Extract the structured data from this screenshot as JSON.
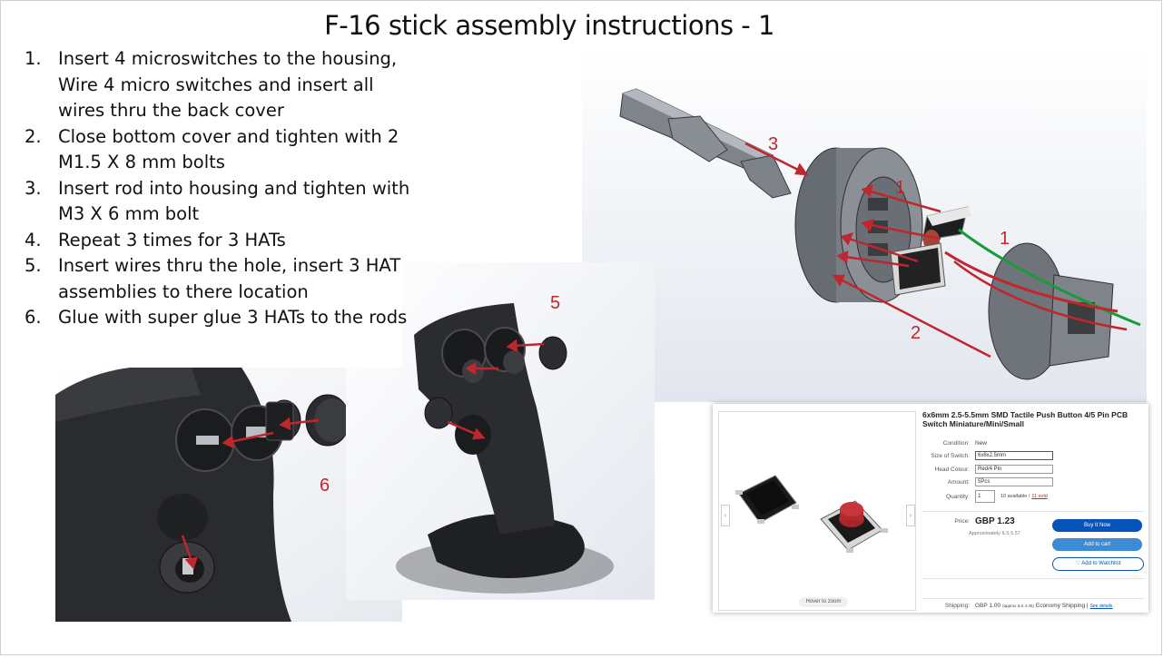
{
  "title": "F-16 stick assembly instructions - 1",
  "steps": [
    {
      "num": "1.",
      "lines": [
        "Insert 4 microswitches to the housing,",
        "Wire 4 micro switches and insert all",
        "wires thru the back cover"
      ]
    },
    {
      "num": "2.",
      "lines": [
        "Close bottom cover and tighten with 2",
        "M1.5 X 8 mm bolts"
      ]
    },
    {
      "num": "3.",
      "lines": [
        "Insert rod into housing and tighten with",
        "M3 X 6 mm bolt"
      ]
    },
    {
      "num": "4.",
      "lines": [
        "Repeat 3 times for 3 HATs"
      ]
    },
    {
      "num": "5.",
      "lines": [
        "Insert wires thru the hole, insert 3 HAT",
        "assemblies to there location"
      ]
    },
    {
      "num": "6.",
      "lines": [
        "Glue with super glue 3 HATs to the rods"
      ]
    }
  ],
  "labels": {
    "exploded_1a": "1",
    "exploded_1b": "1",
    "exploded_2": "2",
    "exploded_3": "3",
    "grip_5": "5",
    "grip_6": "6"
  },
  "listing": {
    "title": "6x6mm 2.5-5.5mm SMD Tactile Push Button 4/5 Pin PCB Switch Miniature/Mini/Small",
    "condition_label": "Condition:",
    "condition_value": "New",
    "size_label": "Size of Switch:",
    "size_value": "6x6x2.5mm",
    "head_label": "Head Colour:",
    "head_value": "Red/4 Pin",
    "amount_label": "Amount:",
    "amount_value": "5Pcs",
    "quantity_label": "Quantity:",
    "quantity_value": "1",
    "available": "10 available /",
    "sold": "11 sold",
    "price_label": "Price:",
    "price_value": "GBP 1.23",
    "approx": "Approximately ILS 5.57",
    "buy_label": "Buy It Now",
    "cart_label": "Add to cart",
    "watch_label": "♡ Add to Watchlist",
    "hover_label": "Hover to zoom",
    "shipping_label": "Shipping:",
    "shipping_value": "GBP 1.00",
    "shipping_approx": "(approx ILS 4.35)",
    "shipping_method": "Economy Shipping |",
    "shipping_details": "See details"
  },
  "colors": {
    "arrow_red": "#c0262d",
    "wire_green": "#1a9a3a",
    "button_blue": "#0654ba",
    "button_light_blue": "#3d8bd4",
    "title_text": "#111111"
  }
}
